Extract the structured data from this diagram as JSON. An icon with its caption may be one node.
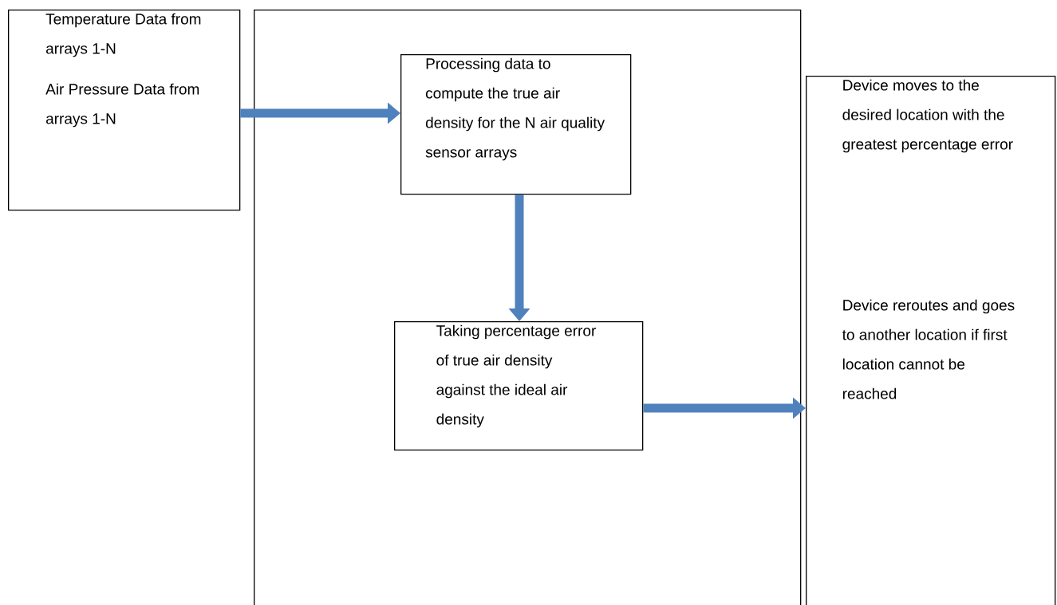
{
  "diagram": {
    "nodes": [
      {
        "text": [
          "Temperature Data from arrays 1-N",
          "Air Pressure Data from arrays 1-N"
        ]
      },
      {
        "text": [],
        "shape": "box"
      },
      {
        "text": [
          "Processing data to compute the true air density for the N air quality sensor arrays"
        ],
        "in": 1
      },
      {
        "text": [
          "Taking percentage error of true air density against the ideal air density"
        ],
        "in": 1
      },
      {
        "text": [
          "Device moves to the desired location with the greatest percentage error",
          "Device reroutes and goes to another location if first location cannot be reached"
        ]
      }
    ],
    "edges": [
      {
        "from": 0,
        "to": 2,
        "arrow": "to"
      },
      {
        "from": 2,
        "to": 3,
        "arrow": "to"
      },
      {
        "from": 3,
        "to": 4,
        "arrow": "to"
      }
    ]
  }
}
